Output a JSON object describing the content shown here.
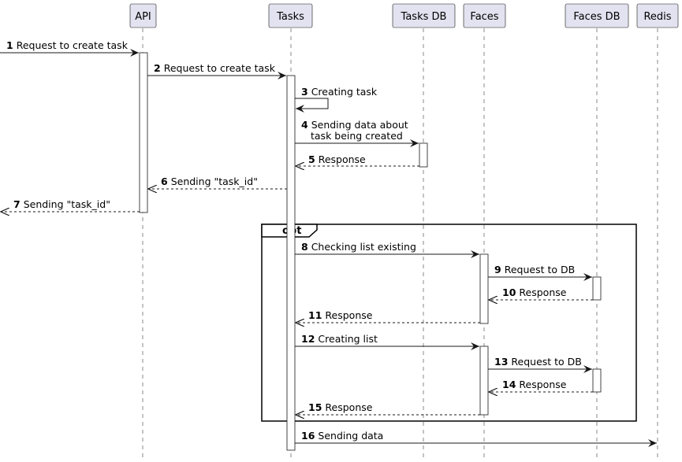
{
  "diagram": {
    "participants": [
      {
        "id": "api",
        "label": "API"
      },
      {
        "id": "tasks",
        "label": "Tasks"
      },
      {
        "id": "tasksdb",
        "label": "Tasks DB"
      },
      {
        "id": "faces",
        "label": "Faces"
      },
      {
        "id": "facesdb",
        "label": "Faces DB"
      },
      {
        "id": "redis",
        "label": "Redis"
      }
    ],
    "fragment": {
      "label": "opt"
    },
    "messages": [
      {
        "num": "1",
        "lines": [
          "Request to create task"
        ]
      },
      {
        "num": "2",
        "lines": [
          "Request to create task"
        ]
      },
      {
        "num": "3",
        "lines": [
          "Creating task"
        ]
      },
      {
        "num": "4",
        "lines": [
          "Sending data about",
          "task being created"
        ]
      },
      {
        "num": "5",
        "lines": [
          "Response"
        ]
      },
      {
        "num": "6",
        "lines": [
          "Sending \"task_id\""
        ]
      },
      {
        "num": "7",
        "lines": [
          "Sending \"task_id\""
        ]
      },
      {
        "num": "8",
        "lines": [
          "Checking list existing"
        ]
      },
      {
        "num": "9",
        "lines": [
          "Request to DB"
        ]
      },
      {
        "num": "10",
        "lines": [
          "Response"
        ]
      },
      {
        "num": "11",
        "lines": [
          "Response"
        ]
      },
      {
        "num": "12",
        "lines": [
          "Creating list"
        ]
      },
      {
        "num": "13",
        "lines": [
          "Request to DB"
        ]
      },
      {
        "num": "14",
        "lines": [
          "Response"
        ]
      },
      {
        "num": "15",
        "lines": [
          "Response"
        ]
      },
      {
        "num": "16",
        "lines": [
          "Sending data"
        ]
      }
    ],
    "colors": {
      "participant_fill": "#e2e2f0",
      "participant_stroke": "#181818",
      "lifeline": "#888888",
      "arrow": "#181818",
      "activation_fill": "#ffffff"
    }
  }
}
